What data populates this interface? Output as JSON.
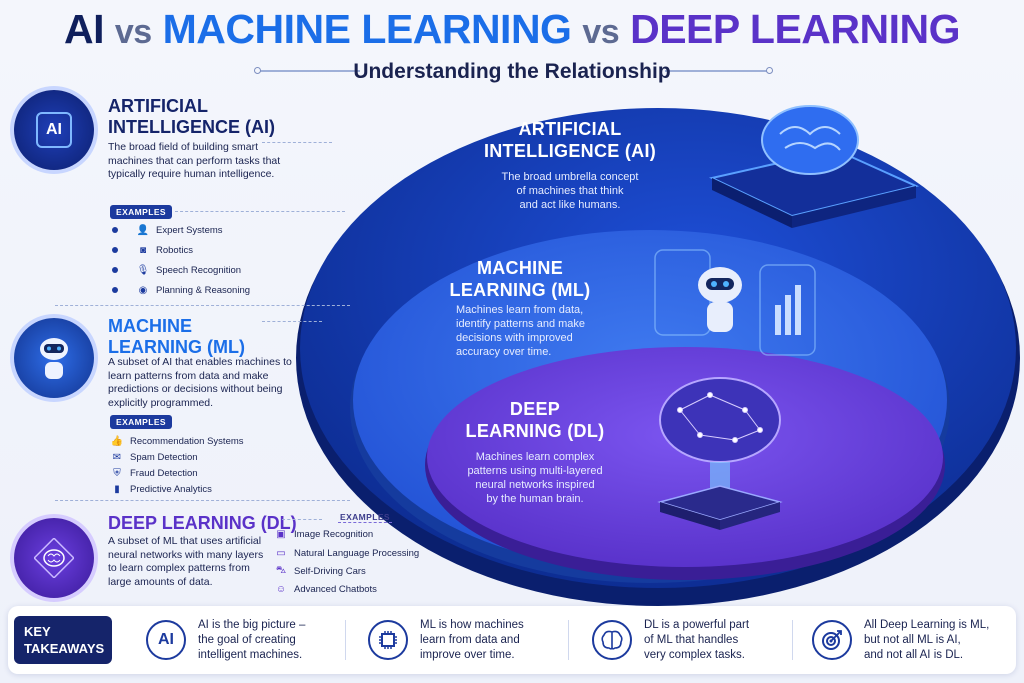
{
  "title": {
    "ai": "AI",
    "vs1": "vs",
    "ml": "MACHINE LEARNING",
    "vs2": "vs",
    "dl": "DEEP LEARNING"
  },
  "subtitle": "Understanding the Relationship",
  "colors": {
    "navy": "#15246a",
    "blue": "#1b6ee8",
    "purple": "#5a32c8"
  },
  "left": {
    "ai": {
      "icon_text": "AI",
      "heading": [
        "ARTIFICIAL",
        "INTELLIGENCE (AI)"
      ],
      "description": "The broad field of building smart machines that can perform tasks that typically require human intelligence.",
      "examples_label": "EXAMPLES",
      "examples": [
        "Expert Systems",
        "Robotics",
        "Speech Recognition",
        "Planning & Reasoning"
      ]
    },
    "ml": {
      "heading": [
        "MACHINE",
        "LEARNING (ML)"
      ],
      "description": "A subset of AI that enables machines to learn patterns from data and make predictions or decisions without being explicitly programmed.",
      "examples_label": "EXAMPLES",
      "examples": [
        "Recommendation Systems",
        "Spam Detection",
        "Fraud Detection",
        "Predictive Analytics"
      ]
    },
    "dl": {
      "heading": "DEEP LEARNING (DL)",
      "description": "A subset of ML that uses artificial neural networks with many layers to learn complex patterns from large amounts of data.",
      "examples_label": "EXAMPLES",
      "examples": [
        "Image Recognition",
        "Natural Language Processing",
        "Self-Driving Cars",
        "Advanced Chatbots"
      ]
    }
  },
  "diagram": {
    "ai": {
      "heading": [
        "ARTIFICIAL",
        "INTELLIGENCE (AI)"
      ],
      "description": [
        "The broad umbrella concept",
        "of machines that think",
        "and act like humans."
      ]
    },
    "ml": {
      "heading": [
        "MACHINE",
        "LEARNING (ML)"
      ],
      "description": [
        "Machines learn from data,",
        "identify patterns and make",
        "decisions with improved",
        "accuracy over time."
      ]
    },
    "dl": {
      "heading": [
        "DEEP",
        "LEARNING (DL)"
      ],
      "description": [
        "Machines learn complex",
        "patterns using multi-layered",
        "neural networks inspired",
        "by the human brain."
      ]
    }
  },
  "takeaways": {
    "label": [
      "KEY",
      "TAKEAWAYS"
    ],
    "items": [
      {
        "icon": "ai-badge-icon",
        "icon_text": "AI",
        "text": [
          "AI is the big picture –",
          "the goal of creating",
          "intelligent machines."
        ]
      },
      {
        "icon": "chip-icon",
        "text": [
          "ML is how machines",
          "learn from data and",
          "improve over time."
        ]
      },
      {
        "icon": "brain-icon",
        "text": [
          "DL is a powerful part",
          "of ML that handles",
          "very complex tasks."
        ]
      },
      {
        "icon": "target-icon",
        "text": [
          "All Deep Learning is ML,",
          "but not all ML is AI,",
          "and not all AI is DL."
        ]
      }
    ]
  }
}
